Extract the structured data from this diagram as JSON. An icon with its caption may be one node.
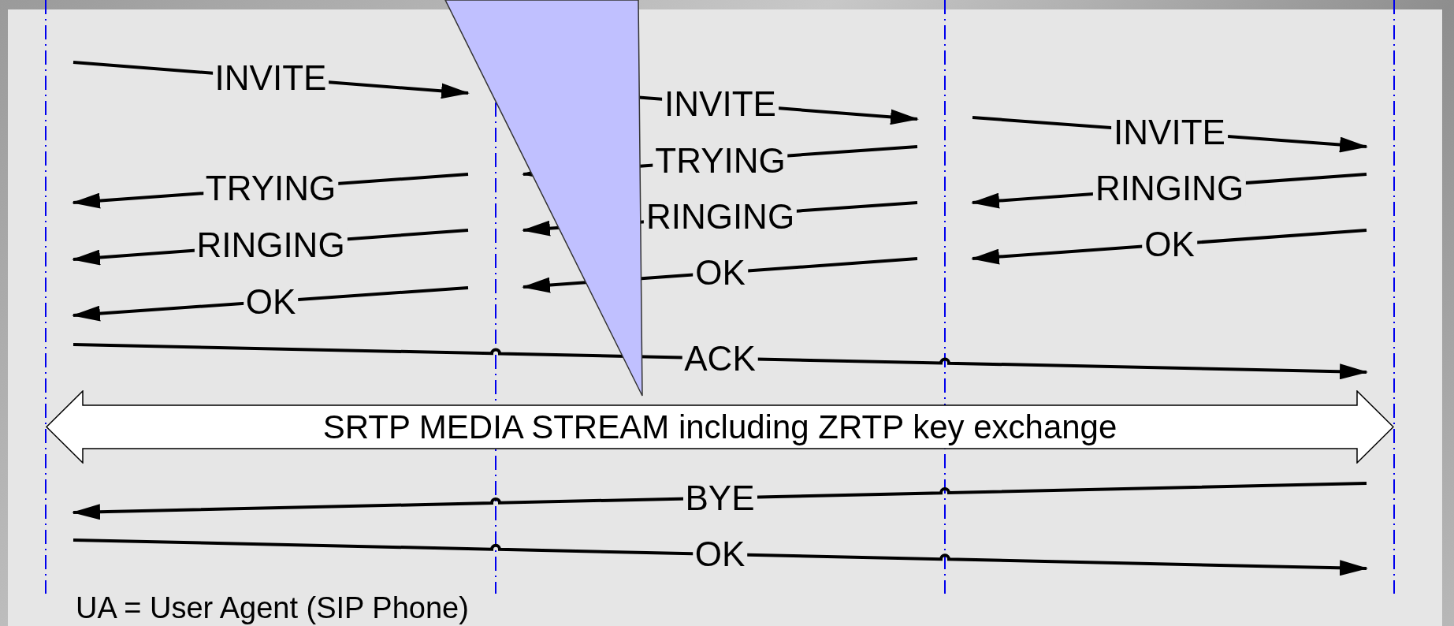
{
  "diagram": {
    "nodes": [
      {
        "text": [],
        "shape": "line"
      },
      {
        "text": [],
        "shape": "line"
      },
      {
        "text": [],
        "shape": "line"
      },
      {
        "text": [],
        "shape": "line"
      },
      {
        "text": [
          "SRTP MEDIA STREAM including ZRTP key exchange"
        ]
      }
    ],
    "edges": [
      {
        "from": 0,
        "to": 1,
        "arrow": "to",
        "label": "INVITE"
      },
      {
        "from": 1,
        "to": 2,
        "arrow": "to",
        "label": "INVITE"
      },
      {
        "from": 2,
        "to": 3,
        "arrow": "to",
        "label": "INVITE"
      },
      {
        "from": 1,
        "to": 0,
        "arrow": "to",
        "label": "TRYING"
      },
      {
        "from": 2,
        "to": 1,
        "arrow": "to",
        "label": "TRYING"
      },
      {
        "from": 3,
        "to": 2,
        "arrow": "to",
        "label": "RINGING"
      },
      {
        "from": 1,
        "to": 0,
        "arrow": "to",
        "label": "RINGING"
      },
      {
        "from": 2,
        "to": 1,
        "arrow": "to",
        "label": "RINGING"
      },
      {
        "from": 3,
        "to": 2,
        "arrow": "to",
        "label": "OK"
      },
      {
        "from": 1,
        "to": 0,
        "arrow": "to",
        "label": "OK"
      },
      {
        "from": 2,
        "to": 1,
        "arrow": "to",
        "label": "OK"
      },
      {
        "from": 0,
        "to": 3,
        "arrow": "to",
        "label": "ACK"
      },
      {
        "from": 3,
        "to": 0,
        "arrow": "to",
        "label": "BYE"
      },
      {
        "from": 0,
        "to": 3,
        "arrow": "to",
        "label": "OK"
      }
    ],
    "labels": [
      "UA = User Agent (SIP Phone)"
    ]
  }
}
